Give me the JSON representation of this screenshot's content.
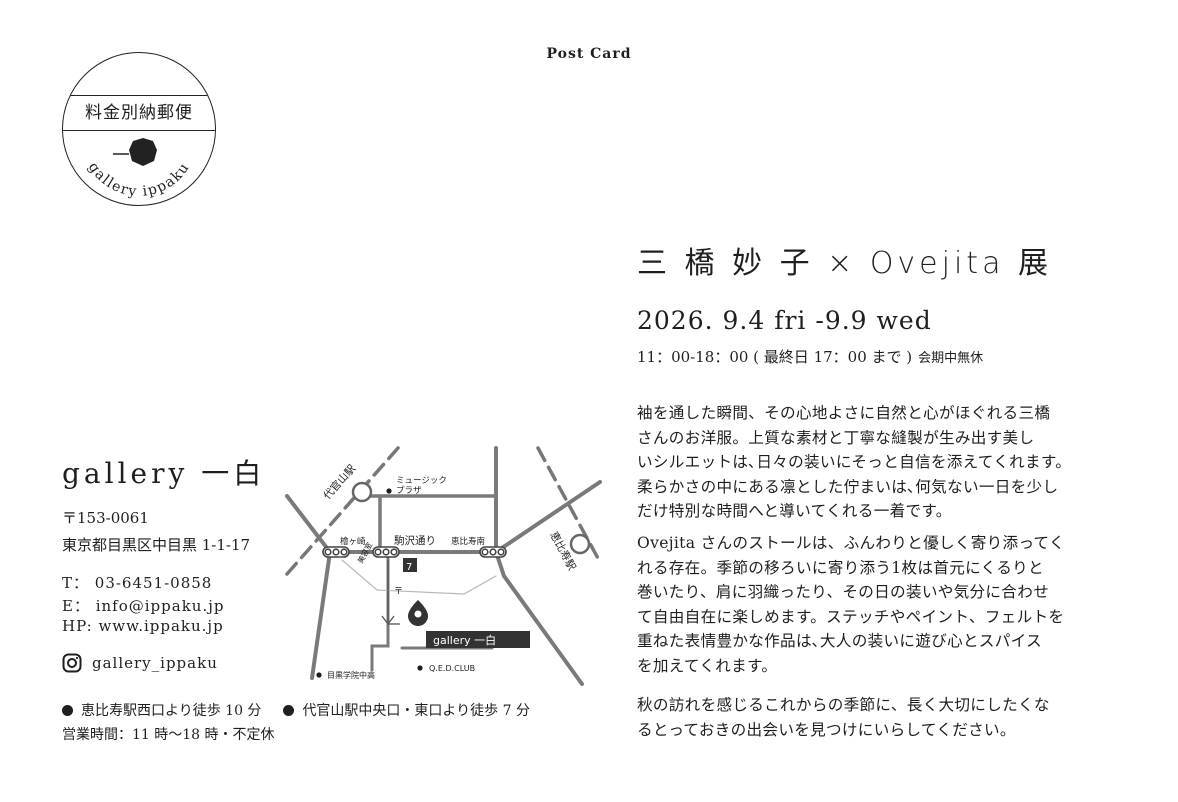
{
  "header": "Post Card",
  "stamp": {
    "label": "料金別納郵便",
    "name": "gallery  ippaku"
  },
  "gallery": {
    "name": "gallery 一白",
    "postal": "〒153-0061",
    "address": "東京都目黒区中目黒 1-1-17",
    "tel": "T：  03-6451-0858",
    "email": "E：  info@ippaku.jp",
    "hp": "HP:  www.ippaku.jp",
    "instagram": "gallery_ippaku",
    "access": [
      "恵比寿駅西口より徒歩 10 分",
      "代官山駅中央口・東口より徒歩 7 分"
    ],
    "hours": "営業時間：11 時〜18 時・不定休"
  },
  "map": {
    "daikanyama_station": "代官山駅",
    "ebisu_station": "恵比寿駅",
    "music_plaza": "ミュージック",
    "music_plaza_2": "プラザ",
    "hinokizaka": "檜ヶ崎",
    "komazawa": "駒沢通り",
    "ebisuminami": "恵比寿南",
    "biyoushitsu": "美容室",
    "gallery_label": "gallery  一白",
    "school": "目黒学院中高",
    "club": "Q.E.D.CLUB"
  },
  "exhibition": {
    "title": "三 橋 妙 子 × Ovejita 展",
    "date": "2026. 9.4 fri -9.9 wed",
    "time": "11：00-18：00 ( 最終日 17：00 まで )",
    "time_note": "会期中無休"
  },
  "paragraphs": [
    [
      "袖を通した瞬間、その心地よさに自然と心がほぐれる三橋",
      "さんのお洋服。上質な素材と丁寧な縫製が生み出す美し",
      "いシルエットは､日々の装いにそっと自信を添えてくれます。",
      "柔らかさの中にある凛とした佇まいは､何気ない一日を少し",
      "だけ特別な時間へと導いてくれる一着です。"
    ],
    [
      "Ovejita さんのストールは、ふんわりと優しく寄り添ってく",
      "れる存在。季節の移ろいに寄り添う1枚は首元にくるりと",
      "巻いたり、肩に羽織ったり、その日の装いや気分に合わせ",
      "て自由自在に楽しめます。ステッチやペイント、フェルトを",
      "重ねた表情豊かな作品は､大人の装いに遊び心とスパイス",
      "を加えてくれます。"
    ],
    [
      "秋の訪れを感じるこれからの季節に、長く大切にしたくな",
      "るとっておきの出会いを見つけにいらしてください。"
    ]
  ]
}
